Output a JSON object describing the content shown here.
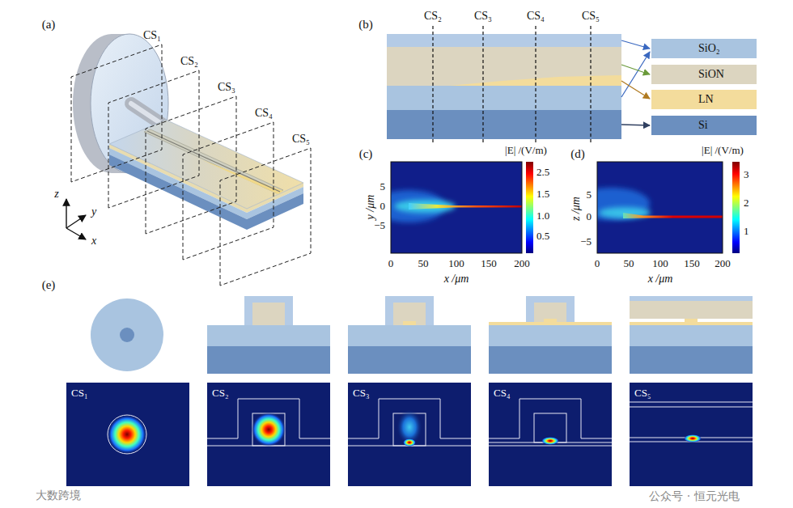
{
  "diagram": {
    "labels": [
      "(a)",
      "CS₁",
      "CS₂",
      "CS₃",
      "CS₄",
      "CS₅",
      "z",
      "y",
      "x",
      "(b)",
      "CS₂",
      "CS₃",
      "CS₄",
      "CS₅",
      "(c)",
      "|E| /(V/m)",
      "y /μm",
      "5",
      "0",
      "−5",
      "0",
      "50",
      "100",
      "150",
      "200",
      "x /μm",
      "2.5",
      "1.5",
      "1.0",
      "0.5",
      "(d)",
      "|E| /(V/m)",
      "z /μm",
      "5",
      "0",
      "−5",
      "0",
      "50",
      "100",
      "150",
      "200",
      "x /μm",
      "3",
      "2",
      "1",
      "(e)",
      "CS₁",
      "CS₂",
      "CS₃",
      "CS₄",
      "CS₅",
      "公众号 · 恒元光电",
      "大数跨境"
    ],
    "legend": [
      {
        "text": "SiO₂",
        "color": "#a9c4e0"
      },
      {
        "text": "SiON",
        "color": "#dcd5c0"
      },
      {
        "text": "LN",
        "color": "#f3dc9c"
      },
      {
        "text": "Si",
        "color": "#6b8fbf"
      }
    ]
  }
}
